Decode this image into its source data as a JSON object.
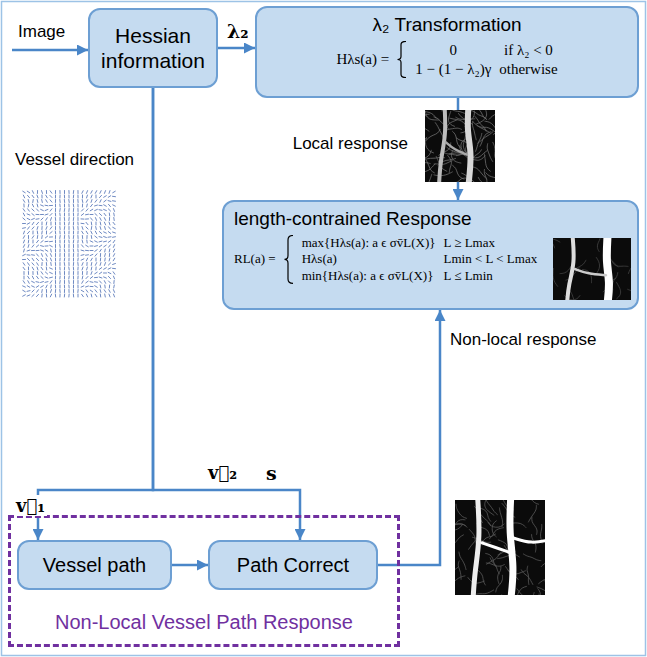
{
  "diagram": {
    "nodes": [
      {
        "text": [
          "Hessian information"
        ]
      },
      {
        "text": [
          "λ₂ Transformation",
          "Hλs(a) =",
          "0",
          "if λ₂ < 0",
          "1 − (1 − λ₂)γ",
          "otherwise"
        ]
      },
      {
        "text": [
          "length-contrained Response",
          "RL(a) =",
          "max{Hλs(a): a ϵ σv̄L(X)}",
          "L ≥ Lmax",
          "Hλs(a)",
          "Lmin < L < Lmax",
          "min{Hλs(a): a ϵ σv̄L(X)}",
          "L ≤ Lmin"
        ]
      },
      {
        "text": [
          "Non-Local Vessel Path Response"
        ]
      },
      {
        "text": [
          "Vessel path"
        ],
        "in": 3
      },
      {
        "text": [
          "Path Correct"
        ],
        "in": 3
      }
    ],
    "edges": [
      {
        "from": 0,
        "to": 1,
        "arrow": "to",
        "label": "λ₂"
      },
      {
        "from": 1,
        "to": 2,
        "arrow": "to",
        "label": "Local response"
      },
      {
        "from": 0,
        "to": 4,
        "arrow": "to",
        "label": "v⃗₁"
      },
      {
        "from": 0,
        "to": 5,
        "arrow": "to",
        "label": "v⃗₂"
      },
      {
        "from": 4,
        "to": 5,
        "arrow": "to"
      },
      {
        "from": 5,
        "to": 2,
        "arrow": "to",
        "label": "Non-local response"
      }
    ],
    "labels": [
      "Image",
      "Vessel direction",
      "s"
    ]
  }
}
